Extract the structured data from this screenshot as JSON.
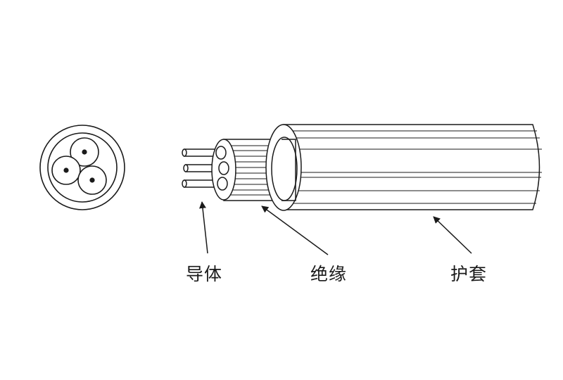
{
  "labels": {
    "conductor": "导体",
    "insulation": "绝缘",
    "sheath": "护套"
  },
  "colors": {
    "line": "#1a1a1a",
    "fill": "#ffffff",
    "background": "#ffffff"
  }
}
